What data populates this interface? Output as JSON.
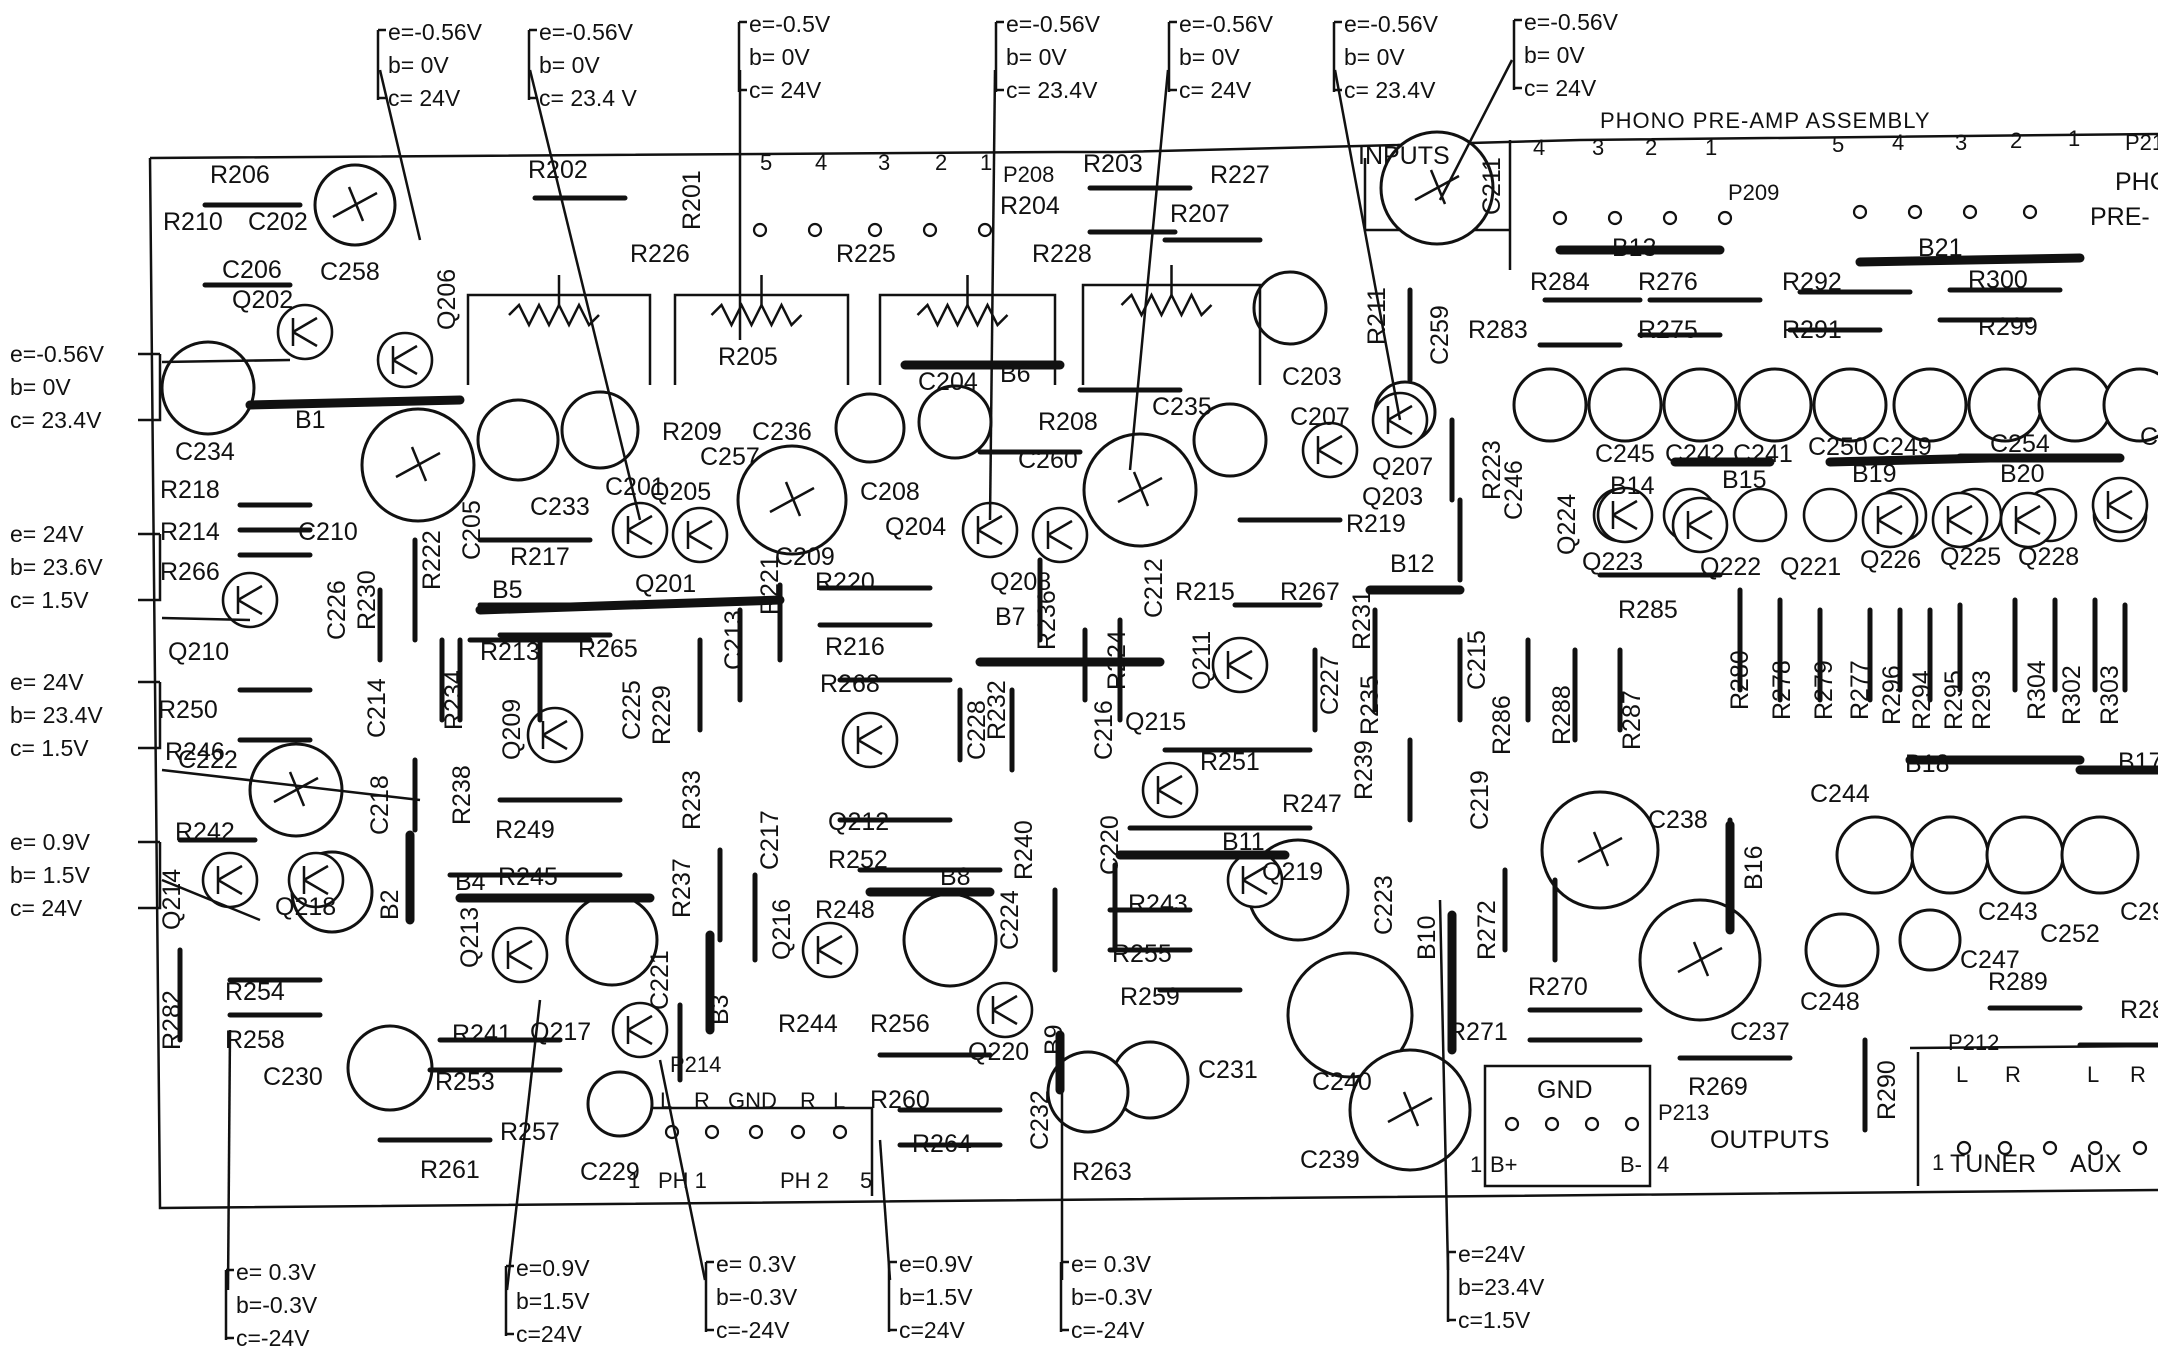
{
  "title": "PHONO PRE-AMP ASSEMBLY",
  "board_labels": {
    "inputs": "INPUTS",
    "outputs": "OUTPUTS",
    "gnd": "GND",
    "tuner": "TUNER",
    "aux": "AUX",
    "ph1": "PH 1",
    "ph2": "PH 2",
    "phono_right_edge": "PHC",
    "pre_right_edge": "PRE-"
  },
  "voltage_callouts": [
    {
      "id": "t1",
      "e": "e=-0.56V",
      "b": "b= 0V",
      "c": "c= 24V"
    },
    {
      "id": "t2",
      "e": "e=-0.56V",
      "b": "b= 0V",
      "c": "c= 23.4 V"
    },
    {
      "id": "t3",
      "e": "e=-0.5V",
      "b": "b= 0V",
      "c": "c= 24V"
    },
    {
      "id": "t4",
      "e": "e=-0.56V",
      "b": "b= 0V",
      "c": "c= 23.4V"
    },
    {
      "id": "t5",
      "e": "e=-0.56V",
      "b": "b= 0V",
      "c": "c= 24V"
    },
    {
      "id": "t6",
      "e": "e=-0.56V",
      "b": "b= 0V",
      "c": "c= 23.4V"
    },
    {
      "id": "t7",
      "e": "e=-0.56V",
      "b": "b= 0V",
      "c": "c= 24V"
    },
    {
      "id": "l1",
      "e": "e=-0.56V",
      "b": "b= 0V",
      "c": "c= 23.4V"
    },
    {
      "id": "l2",
      "e": "e= 24V",
      "b": "b= 23.6V",
      "c": "c= 1.5V"
    },
    {
      "id": "l3",
      "e": "e= 24V",
      "b": "b= 23.4V",
      "c": "c= 1.5V"
    },
    {
      "id": "l4",
      "e": "e= 0.9V",
      "b": "b= 1.5V",
      "c": "c= 24V"
    },
    {
      "id": "b1",
      "e": "e= 0.3V",
      "b": "b=-0.3V",
      "c": "c=-24V"
    },
    {
      "id": "b2",
      "e": "e=0.9V",
      "b": "b=1.5V",
      "c": "c=24V"
    },
    {
      "id": "b3",
      "e": "e= 0.3V",
      "b": "b=-0.3V",
      "c": "c=-24V"
    },
    {
      "id": "b4",
      "e": "e=0.9V",
      "b": "b=1.5V",
      "c": "c=24V"
    },
    {
      "id": "b5",
      "e": "e= 0.3V",
      "b": "b=-0.3V",
      "c": "c=-24V"
    },
    {
      "id": "b6",
      "e": "e=24V",
      "b": "b=23.4V",
      "c": "c=1.5V"
    }
  ],
  "resistors": [
    "R206",
    "R210",
    "R202",
    "R201",
    "R226",
    "R205",
    "R225",
    "R228",
    "R203",
    "R204",
    "R207",
    "R227",
    "R211",
    "R209",
    "R208",
    "R218",
    "R214",
    "R266",
    "R230",
    "R222",
    "R217",
    "R213",
    "R265",
    "R234",
    "R238",
    "R229",
    "R221",
    "R220",
    "R216",
    "R268",
    "R250",
    "R246",
    "R242",
    "R249",
    "R245",
    "R233",
    "R237",
    "R252",
    "R248",
    "R240",
    "R232",
    "R236",
    "R224",
    "R215",
    "R267",
    "R231",
    "R235",
    "R251",
    "R247",
    "R239",
    "R243",
    "R255",
    "R259",
    "R282",
    "R254",
    "R258",
    "R241",
    "R253",
    "R261",
    "R257",
    "R244",
    "R256",
    "R260",
    "R264",
    "R263",
    "R219",
    "R223",
    "R283",
    "R284",
    "R276",
    "R275",
    "R292",
    "R291",
    "R300",
    "R299",
    "R285",
    "R286",
    "R288",
    "R287",
    "R280",
    "R278",
    "R279",
    "R277",
    "R296",
    "R294",
    "R295",
    "R293",
    "R304",
    "R302",
    "R303",
    "R272",
    "R270",
    "R271",
    "R269",
    "R290",
    "R289",
    "R28"
  ],
  "capacitors": [
    "C202",
    "C206",
    "C258",
    "C234",
    "C210",
    "C233",
    "C201",
    "C205",
    "C226",
    "C214",
    "C222",
    "C218",
    "C230",
    "C236",
    "C257",
    "C208",
    "C209",
    "C213",
    "C225",
    "C217",
    "C221",
    "C229",
    "C204",
    "C260",
    "C235",
    "C207",
    "C203",
    "C212",
    "C216",
    "C228",
    "C227",
    "C220",
    "C224",
    "C232",
    "C231",
    "C223",
    "C240",
    "C239",
    "C211",
    "C259",
    "C215",
    "C219",
    "C246",
    "C245",
    "C242",
    "C241",
    "C250",
    "C249",
    "C254",
    "C238",
    "C237",
    "C244",
    "C243",
    "C252",
    "C247",
    "C248",
    "C29",
    "C2"
  ],
  "transistors": [
    "Q202",
    "Q206",
    "Q210",
    "Q214",
    "Q218",
    "Q205",
    "Q201",
    "Q209",
    "Q213",
    "Q217",
    "Q212",
    "Q216",
    "Q204",
    "Q208",
    "Q215",
    "Q211",
    "Q219",
    "Q220",
    "Q207",
    "Q203",
    "Q224",
    "Q223",
    "Q222",
    "Q221",
    "Q226",
    "Q225",
    "Q228"
  ],
  "buses": [
    "B1",
    "B2",
    "B3",
    "B4",
    "B5",
    "B6",
    "B7",
    "B8",
    "B9",
    "B10",
    "B11",
    "B12",
    "B13",
    "B14",
    "B15",
    "B16",
    "B17",
    "B18",
    "B19",
    "B20",
    "B21"
  ],
  "connectors": {
    "p208": {
      "label": "P208",
      "pins": [
        "5",
        "4",
        "3",
        "2",
        "1"
      ]
    },
    "p209": {
      "label": "P209",
      "pins": [
        "4",
        "3",
        "2",
        "1"
      ]
    },
    "p210": {
      "label": "P21",
      "pins": [
        "5",
        "4",
        "3",
        "2",
        "1"
      ]
    },
    "p214": {
      "label": "P214",
      "pins": [
        "L",
        "R",
        "GND",
        "R",
        "L"
      ],
      "ends": [
        "1",
        "5"
      ]
    },
    "p213": {
      "label": "P213",
      "ends": [
        "1",
        "B+",
        "B-",
        "4"
      ]
    },
    "p212": {
      "label": "P212",
      "pins": [
        "L",
        "R",
        "L",
        "R"
      ],
      "end": "1"
    }
  }
}
